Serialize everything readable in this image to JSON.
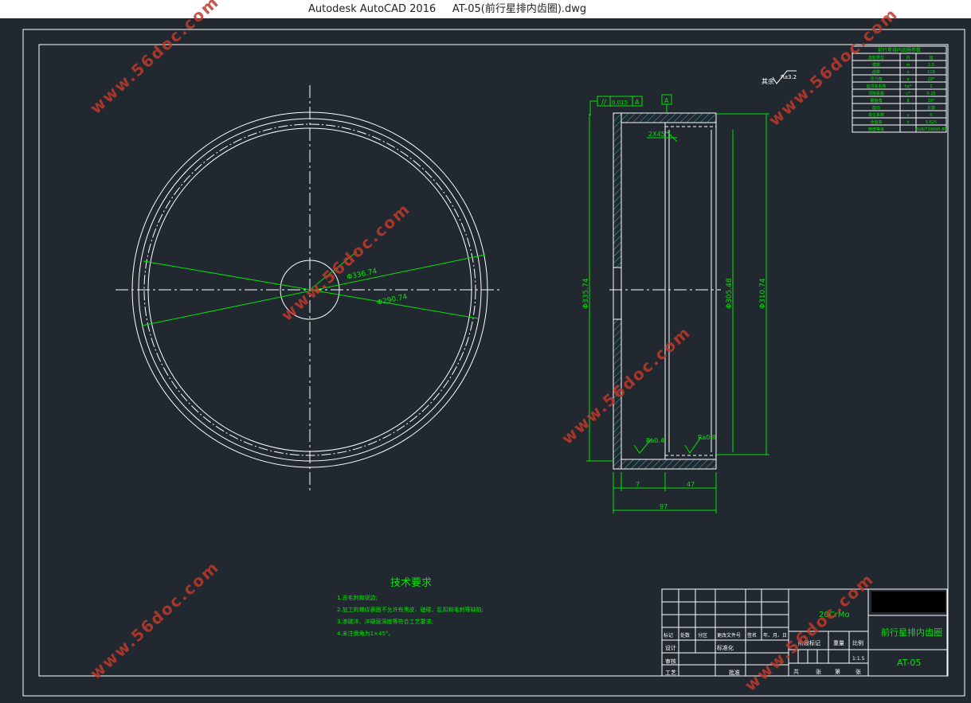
{
  "window": {
    "title": "Autodesk AutoCAD 2016     AT-05(前行星排内齿圈).dwg"
  },
  "drawing": {
    "dims_front": {
      "d1": "Φ336.74",
      "d2": "Φ290.74"
    },
    "dims_side": {
      "tol_flat": "0.015",
      "datum": "A",
      "chamfer": "2X45°",
      "d_left": "Φ335.74",
      "d_mid": "Φ305.48",
      "d_right": "Φ310.74",
      "rough_left": "Ra0.4",
      "rough_right": "Ra0.8",
      "w_small": "7",
      "w_mid": "47",
      "w_total": "97",
      "rough_rest": "其余",
      "rough_rest_val": "Ra3.2"
    },
    "gear_table": {
      "title": "前行星排内齿圈参数",
      "rows": [
        [
          "齿轮类型",
          "内",
          "齿"
        ],
        [
          "模数",
          "m",
          "2.5"
        ],
        [
          "齿数",
          "z",
          "118"
        ],
        [
          "压力角",
          "α",
          "20°"
        ],
        [
          "齿顶高系数",
          "ha*",
          "1"
        ],
        [
          "顶隙系数",
          "c*",
          "0.25"
        ],
        [
          "螺旋角",
          "β",
          "20°"
        ],
        [
          "旋向",
          "",
          "左旋"
        ],
        [
          "变位系数",
          "x",
          "0"
        ],
        [
          "全齿高",
          "h",
          "5.625"
        ],
        [
          "精度等级",
          "",
          "8GB/T10095-88"
        ]
      ]
    },
    "tech_req": {
      "title": "技术要求",
      "items": [
        "1.去毛刺和锐边;",
        "2.加工的螺纹表面不允许有黑皮、磕碰、乱扣和毛刺等缺陷;",
        "3.渗碳淬、淬硬层深度等符合工艺要求;",
        "4.未注倒角为1×45°。"
      ]
    },
    "title_block": {
      "material": "20CrMo",
      "part_name": "前行星排内齿圈",
      "drawing_no": "AT-05",
      "scale": "1:1.5",
      "h_labels": [
        "标记",
        "处数",
        "分区",
        "更改文件号",
        "签名",
        "年、月、日"
      ],
      "design": "设计",
      "standard": "标准化",
      "review": "审核",
      "process": "工艺",
      "approve": "批准",
      "stage": "阶段标记",
      "weight": "重量",
      "ratio": "比例",
      "sheets": [
        "共",
        "张",
        "第",
        "张"
      ]
    }
  },
  "watermark": "www.56doc.com",
  "colors": {
    "bg": "#212830",
    "line": "#ffffff",
    "dim": "#00e600",
    "hatch": "#3ab0c0",
    "watermark": "#c0392b"
  }
}
